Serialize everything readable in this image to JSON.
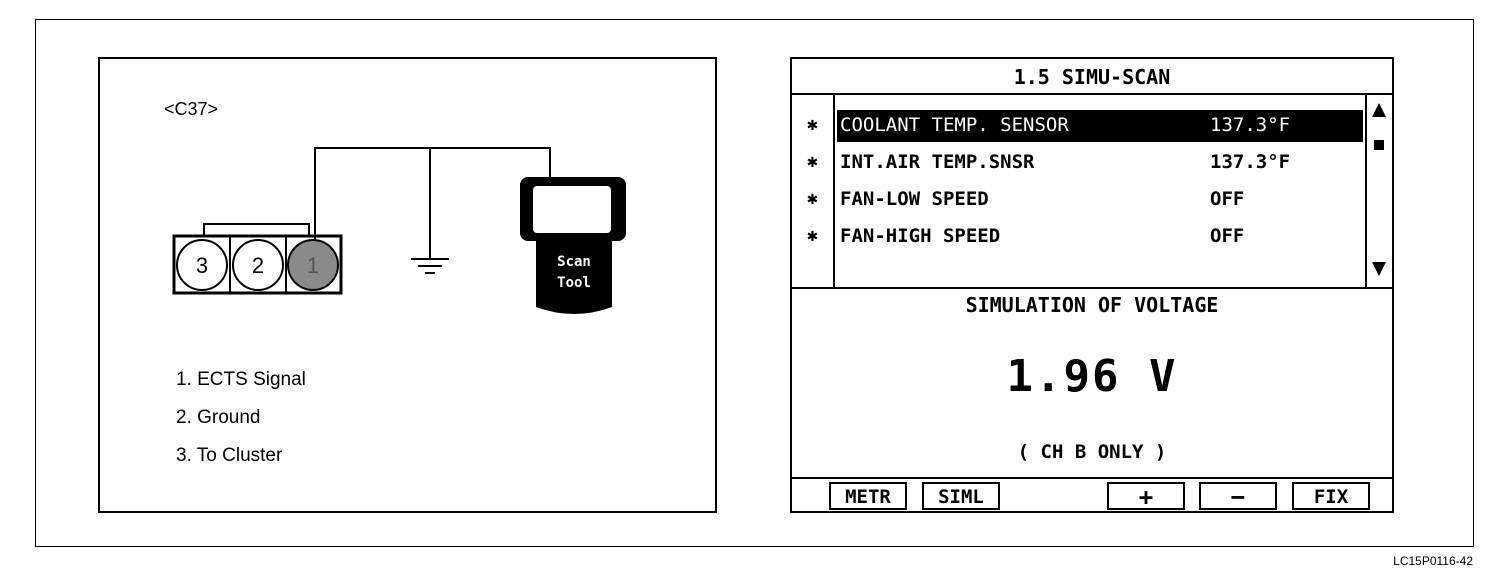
{
  "left_panel": {
    "connector_id": "<C37>",
    "pins": [
      "3",
      "2",
      "1"
    ],
    "scan_tool_label_line1": "Scan",
    "scan_tool_label_line2": "Tool",
    "legend": [
      "1. ECTS Signal",
      "2. Ground",
      "3. To Cluster"
    ]
  },
  "scanner": {
    "title": "1.5 SIMU-SCAN",
    "rows": [
      {
        "marker": "✱",
        "name": "COOLANT TEMP. SENSOR",
        "value": "137.3°F",
        "selected": true
      },
      {
        "marker": "✱",
        "name": "INT.AIR TEMP.SNSR",
        "value": "137.3°F",
        "selected": false
      },
      {
        "marker": "✱",
        "name": "FAN-LOW SPEED",
        "value": "OFF",
        "selected": false
      },
      {
        "marker": "✱",
        "name": "FAN-HIGH SPEED",
        "value": "OFF",
        "selected": false
      }
    ],
    "simulation_title": "SIMULATION OF VOLTAGE",
    "simulation_value": "1.96 V",
    "simulation_note": "( CH B ONLY )",
    "function_keys": {
      "metr": "METR",
      "siml": "SIML",
      "plus": "+",
      "minus": "−",
      "fix": "FIX"
    }
  },
  "reference_code": "LC15P0116-42",
  "colors": {
    "ink": "#000000",
    "pin1_fill": "#8a8a8a",
    "background": "#ffffff"
  }
}
